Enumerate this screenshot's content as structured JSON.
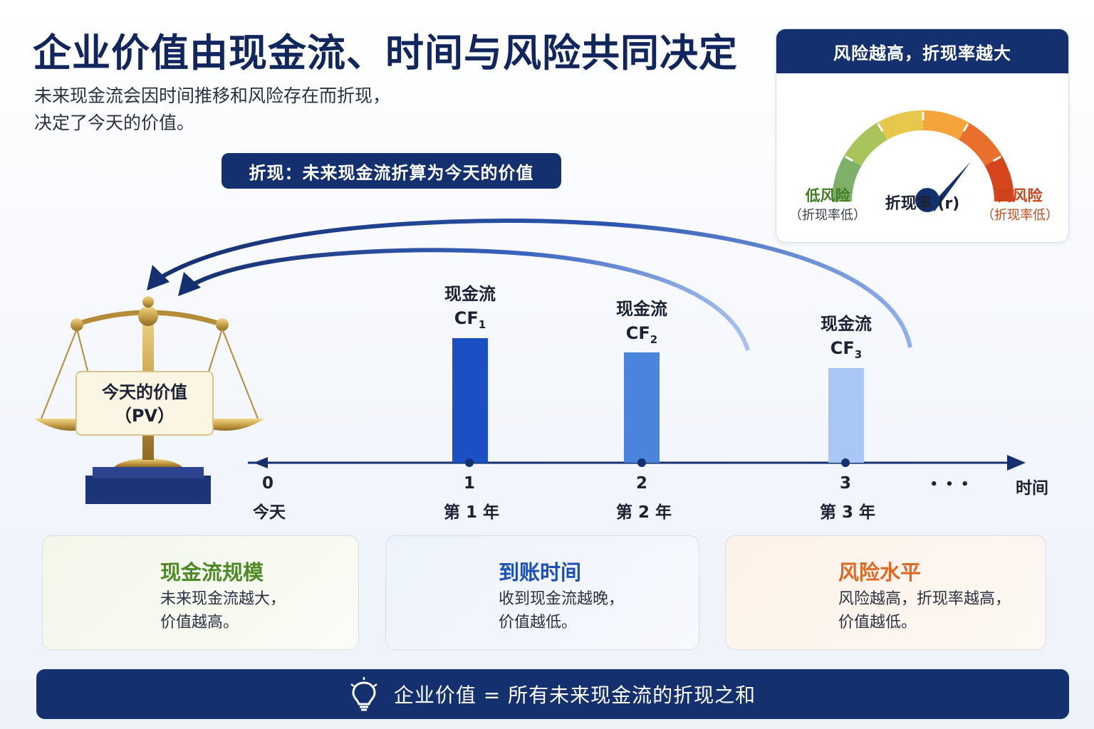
{
  "title": "企业价值由现金流、时间与风险共同决定",
  "subtitle_line1": "未来现金流会因时间推移和风险存在而折现，",
  "subtitle_line2": "决定了今天的价值。",
  "discount_note": "折现：未来现金流折算为今天的价值",
  "gauge": {
    "header": "风险越高，折现率越大",
    "low_label": "低风险",
    "low_sub": "（折现率低）",
    "mid_label": "折现率 (r)",
    "high_label": "高风险",
    "high_sub": "（折现率低）",
    "colors": [
      "#7fb069",
      "#a9c45a",
      "#e7c74c",
      "#f4a43a",
      "#e9702c",
      "#d7451c"
    ]
  },
  "pv": {
    "line1": "今天的价值",
    "line2": "（PV）"
  },
  "cash_flows": [
    {
      "label": "现金流",
      "code": "CF",
      "sub": "1",
      "color": "#1b4fc4"
    },
    {
      "label": "现金流",
      "code": "CF",
      "sub": "2",
      "color": "#4b84dd"
    },
    {
      "label": "现金流",
      "code": "CF",
      "sub": "3",
      "color": "#a9c7f5"
    }
  ],
  "timeline": {
    "ticks": [
      {
        "num": "0",
        "name": "今天"
      },
      {
        "num": "1",
        "name": "第 1 年"
      },
      {
        "num": "2",
        "name": "第 2 年"
      },
      {
        "num": "3",
        "name": "第 3 年"
      }
    ],
    "ellipsis": "• • •",
    "axis_label": "时间"
  },
  "cards": [
    {
      "title": "现金流规模",
      "line1": "未来现金流越大，",
      "line2": "价值越高。",
      "color": "#4d8a25",
      "icon": "coins-dollar-icon"
    },
    {
      "title": "到账时间",
      "line1": "收到现金流越晚，",
      "line2": "价值越低。",
      "color": "#1c4fb8",
      "icon": "calendar-clock-icon"
    },
    {
      "title": "风险水平",
      "line1": "风险越高，折现率越高，",
      "line2": "价值越低。",
      "color": "#e06a24",
      "icon": "warning-shield-icon"
    }
  ],
  "bottom": {
    "text": "企业价值 = 所有未来现金流的折现之和",
    "icon": "lightbulb-icon"
  }
}
